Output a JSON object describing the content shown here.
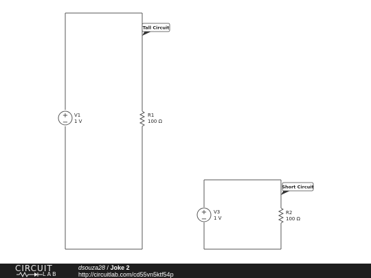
{
  "components": {
    "v1": {
      "name": "V1",
      "value": "1 V"
    },
    "r1": {
      "name": "R1",
      "value": "100 Ω"
    },
    "v3": {
      "name": "V3",
      "value": "1 V"
    },
    "r2": {
      "name": "R2",
      "value": "100 Ω"
    }
  },
  "annotations": {
    "tall": "Tall Circuit",
    "short": "Short Circuit"
  },
  "source_symbols": {
    "plus": "+",
    "minus": "−"
  },
  "footer": {
    "logo_top": "CIRCUIT",
    "logo_bottom": "LAB",
    "author": "dsouza28",
    "separator": " / ",
    "project": "Joke 2",
    "url": "http://circuitlab.com/cd55vn5ktf54p"
  },
  "colors": {
    "wire": "#555555",
    "footer_bg": "#1e1e1e"
  }
}
